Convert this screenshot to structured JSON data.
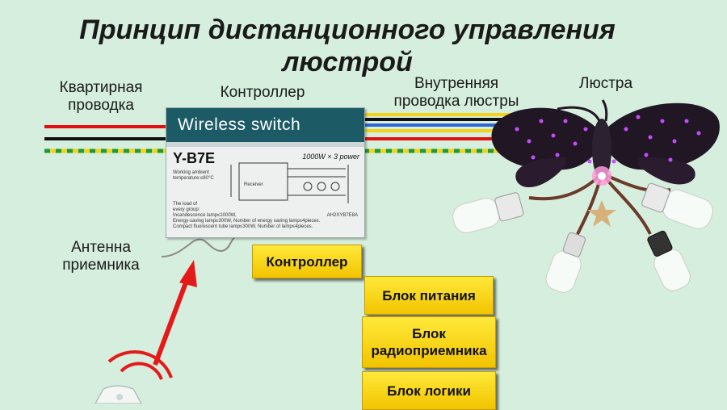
{
  "title": {
    "line1": "Принцип дистанционного управления",
    "line2": "люстрой"
  },
  "labels": {
    "apartment_wiring_1": "Квартирная",
    "apartment_wiring_2": "проводка",
    "controller": "Контроллер",
    "inner_wiring_1": "Внутренняя",
    "inner_wiring_2": "проводка люстры",
    "chandelier": "Люстра",
    "antenna_1": "Антенна",
    "antenna_2": "приемника"
  },
  "device": {
    "header": "Wireless switch",
    "model": "Y-B7E",
    "power": "1000W × 3 power",
    "ambient_1": "Working ambient",
    "ambient_2": "temperature:≤80°C",
    "receiver": "Receiver",
    "spec_1": "The load of",
    "spec_2": "every group:",
    "spec_3": "Incandescence lamp≤1000W,",
    "spec_4": "Energy-saving lamp≤300W, Number of energy saving lamp≤4pieces.",
    "spec_5": "Compact fluorescent tube lamp≤300W, Number of lamp≤4pieces.",
    "code": "AH2XYB7E8A"
  },
  "tags": {
    "controller": "Контроллер",
    "power_unit": "Блок питания",
    "radio_receiver_1": "Блок",
    "radio_receiver_2": "радиоприемника",
    "logic_unit": "Блок логики"
  },
  "colors": {
    "background": "#d6eedd",
    "wire_red": "#e01010",
    "wire_black": "#111111",
    "wire_yellow": "#f3d21a",
    "wire_green": "#1f9a3a",
    "wire_blue": "#2c66d8",
    "tag_yellow": "#f7d51a",
    "device_header": "#1c5a66",
    "arrow_red": "#e41a1a"
  }
}
